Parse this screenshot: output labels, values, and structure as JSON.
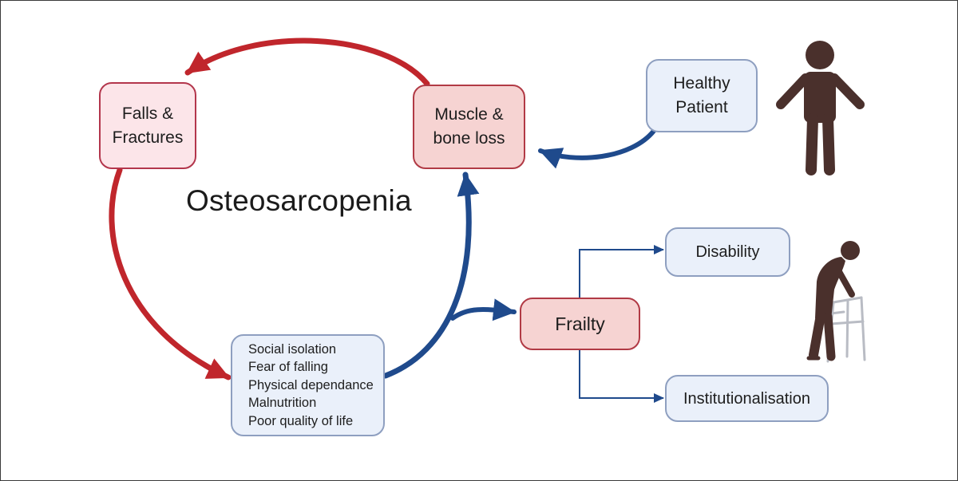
{
  "diagram": {
    "title": "Osteosarcopenia",
    "nodes": {
      "falls": {
        "lines": [
          "Falls &",
          "Fractures"
        ]
      },
      "muscle": {
        "lines": [
          "Muscle &",
          "bone loss"
        ]
      },
      "healthy": {
        "lines": [
          "Healthy",
          "Patient"
        ]
      },
      "frailty": {
        "label": "Frailty"
      },
      "disability": {
        "label": "Disability"
      },
      "institutionalisation": {
        "label": "Institutionalisation"
      },
      "consequences": {
        "lines": [
          "Social isolation",
          "Fear of falling",
          "Physical dependance",
          "Malnutrition",
          "Poor quality of life"
        ]
      }
    },
    "icons": [
      "healthy-person-icon",
      "elderly-person-with-walker-icon"
    ],
    "colors": {
      "red_arrow": "#c0262c",
      "blue_arrow": "#1f4a8c",
      "figure": "#4a302c",
      "walker": "#b9bcc4"
    }
  }
}
